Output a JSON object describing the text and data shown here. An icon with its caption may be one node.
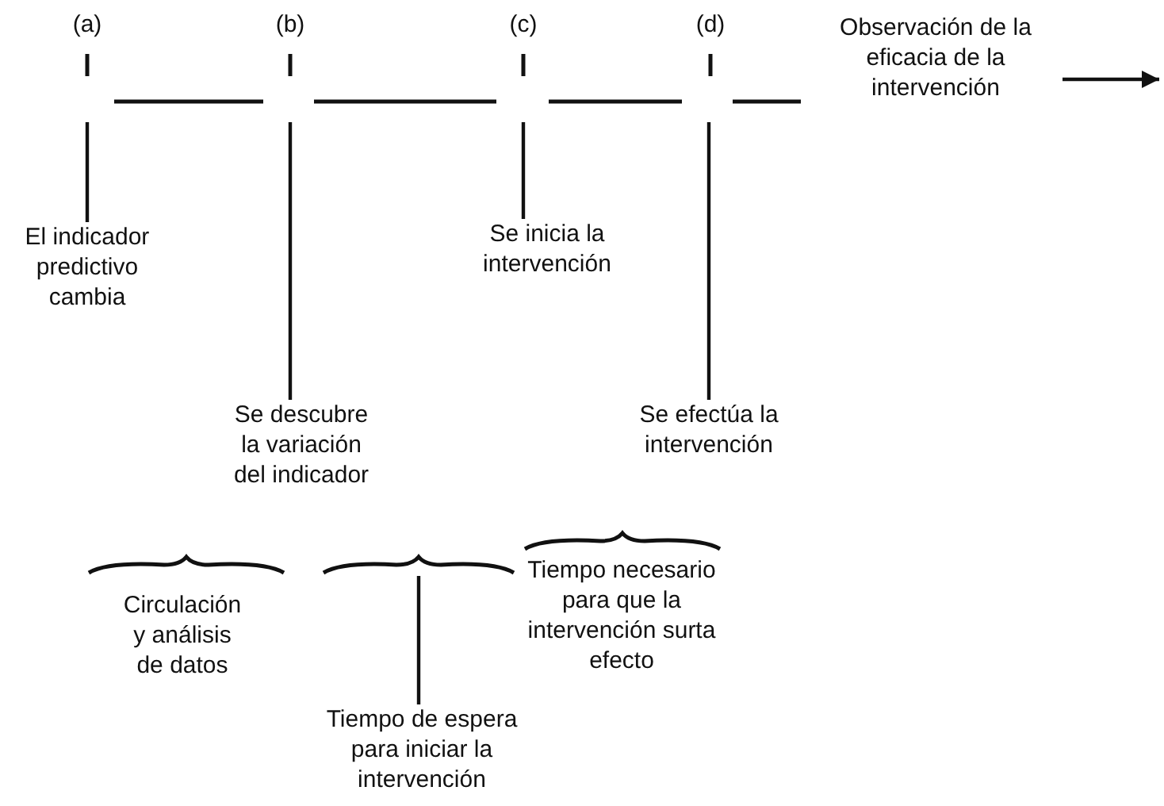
{
  "diagram": {
    "nodes": [
      {
        "text": [
          "El indicador predictivo cambia"
        ]
      },
      {
        "text": [
          "Se descubre la variación del indicador"
        ]
      },
      {
        "text": [
          "Se inicia la intervención"
        ]
      },
      {
        "text": [
          "Se efectúa la intervención"
        ]
      },
      {
        "text": [
          "Observación de la eficacia de la intervención"
        ]
      },
      {
        "text": [
          "Circulación y análisis de datos"
        ]
      },
      {
        "text": [
          "Tiempo de espera para iniciar la intervención"
        ]
      },
      {
        "text": [
          "Tiempo necesario para que la intervención surta efecto"
        ]
      },
      {
        "text": [],
        "shape": "brace"
      },
      {
        "text": [],
        "shape": "brace"
      },
      {
        "text": [],
        "shape": "brace"
      }
    ],
    "edges": [
      {
        "from": 0,
        "to": null,
        "arrow": "none"
      },
      {
        "from": 1,
        "to": null,
        "arrow": "none"
      },
      {
        "from": 2,
        "to": null,
        "arrow": "none"
      },
      {
        "from": 3,
        "to": null,
        "arrow": "none"
      },
      {
        "from": 4,
        "to": null,
        "arrow": "to"
      },
      {
        "from": 6,
        "to": 9,
        "arrow": "none"
      }
    ],
    "labels": [
      "(a)",
      "(b)",
      "(c)",
      "(d)"
    ]
  }
}
